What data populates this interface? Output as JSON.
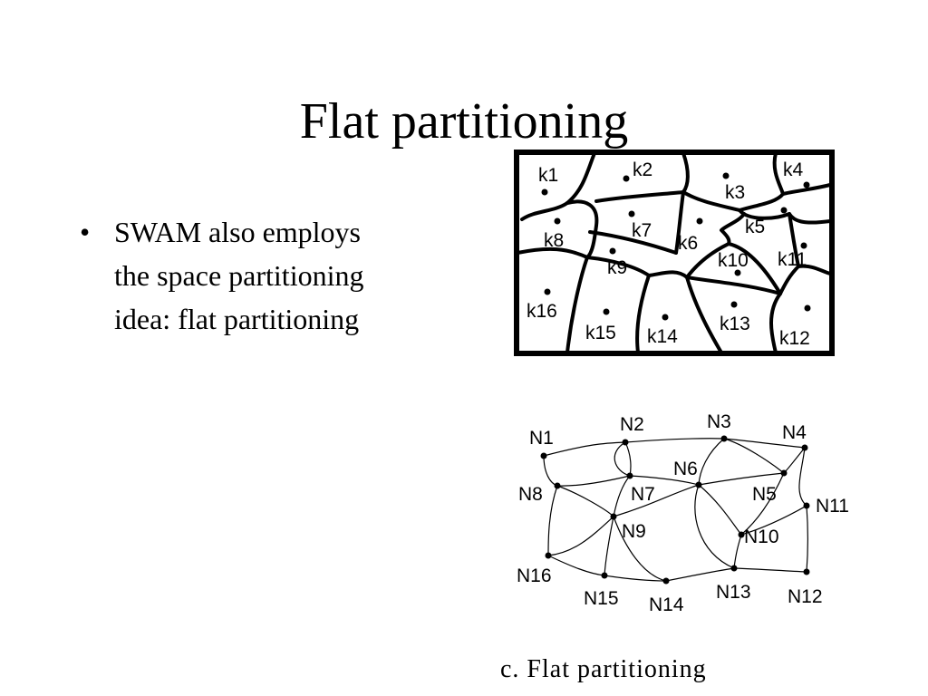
{
  "slide": {
    "title": "Flat partitioning",
    "bullets": [
      {
        "marker": "•",
        "text": "SWAM also employs\nthe space partitioning\nidea:   flat partitioning"
      }
    ],
    "caption": "c.  Flat partitioning"
  },
  "partition_diagram": {
    "regions": [
      "k1",
      "k2",
      "k3",
      "k4",
      "k5",
      "k6",
      "k7",
      "k8",
      "k9",
      "k10",
      "k11",
      "k12",
      "k13",
      "k14",
      "k15",
      "k16"
    ]
  },
  "node_graph": {
    "nodes": [
      "N1",
      "N2",
      "N3",
      "N4",
      "N5",
      "N6",
      "N7",
      "N8",
      "N9",
      "N10",
      "N11",
      "N12",
      "N13",
      "N14",
      "N15",
      "N16"
    ]
  }
}
